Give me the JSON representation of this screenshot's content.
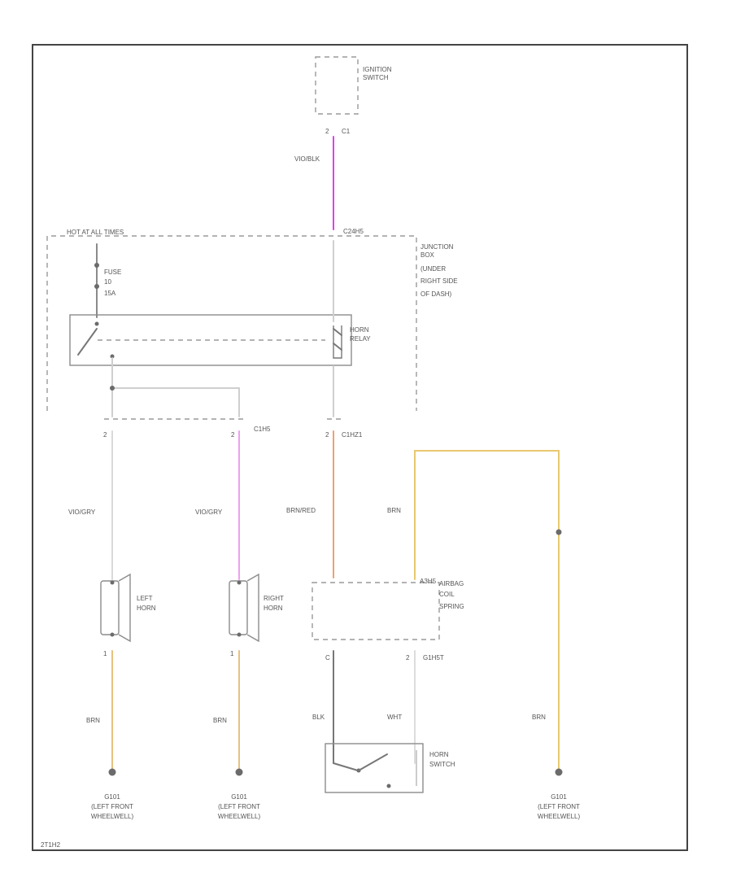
{
  "components": {
    "ignition_switch": [
      "IGNITION",
      "SWITCH"
    ],
    "junction_box": [
      "JUNCTION",
      "BOX",
      "(UNDER",
      "RIGHT SIDE",
      "OF DASH)"
    ],
    "hot_label": "HOT AT ALL TIMES",
    "fuse": [
      "FUSE",
      "10",
      "15A"
    ],
    "horn_relay": [
      "HORN",
      "RELAY"
    ],
    "left_horn": [
      "LEFT",
      "HORN"
    ],
    "right_horn": [
      "RIGHT",
      "HORN"
    ],
    "clock_spring": [
      "AIRBAG",
      "COIL",
      "SPRING"
    ],
    "horn_switch": [
      "HORN",
      "SWITCH"
    ]
  },
  "wires": {
    "ign_feed": "VIO/BLK",
    "left_horn_feed": "VIO/GRY",
    "right_horn_feed": "VIO/GRY",
    "relay_trigger": "BRN/RED",
    "spring_ground": "BRN",
    "left_horn_ground": "BRN",
    "right_horn_ground": "BRN",
    "switch_feed": "BLK",
    "switch_return": "WHT",
    "right_ground": "BRN"
  },
  "connectors": {
    "ign_pin": "2",
    "ign_conn": "C1",
    "jb_top": "C24H5",
    "left_horn_pin": "2",
    "right_horn_pin": "2",
    "right_horn_conn": "C1H5",
    "relay_trigger_pin": "2",
    "relay_trigger_conn": "C1HZ1",
    "spring_conn": "A3H5",
    "left_horn_gnd_pin": "1",
    "right_horn_gnd_pin": "1",
    "spring_bottom_left_pin": "C",
    "spring_bottom_right_pin": "2",
    "spring_bottom_right_conn": "G1H5T"
  },
  "grounds": {
    "left": [
      "G101",
      "(LEFT FRONT",
      "WHEELWELL)"
    ],
    "middle": [
      "G101",
      "(LEFT FRONT",
      "WHEELWELL)"
    ],
    "right": [
      "G101",
      "(LEFT FRONT",
      "WHEELWELL)"
    ]
  },
  "diagram_id": "2T1H2"
}
